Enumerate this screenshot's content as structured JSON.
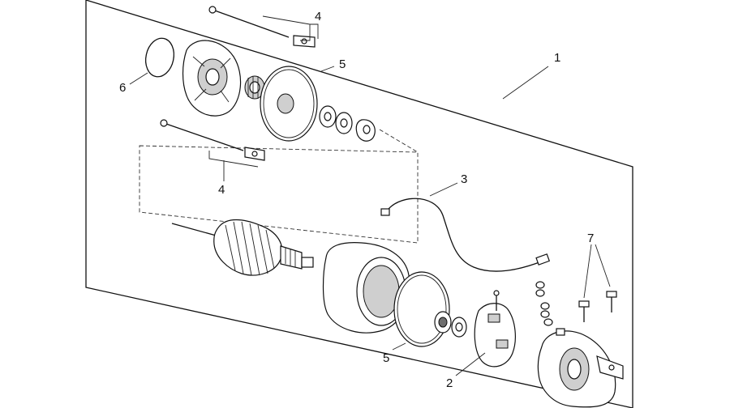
{
  "callouts": {
    "c1": "1",
    "c2": "2",
    "c3": "3",
    "c4_top": "4",
    "c4_bottom": "4",
    "c5_top": "5",
    "c5_bottom": "5",
    "c6": "6",
    "c7": "7"
  }
}
